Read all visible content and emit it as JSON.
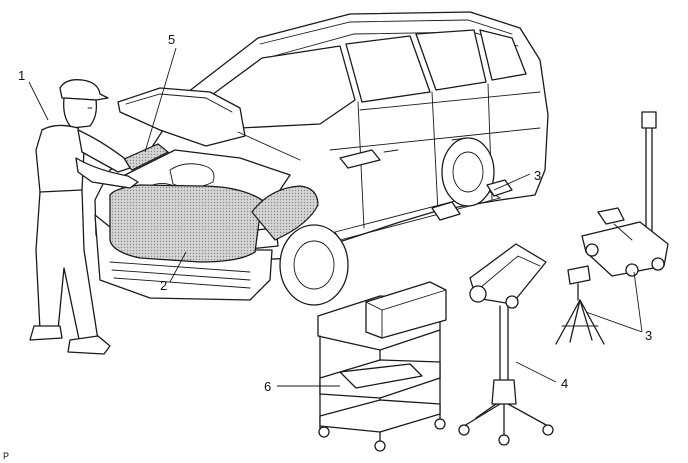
{
  "callouts": {
    "c1": "1",
    "c2": "2",
    "c3a": "3",
    "c3b": "3",
    "c4": "4",
    "c5": "5",
    "c6": "6"
  },
  "corner_tag": "P",
  "colors": {
    "line": "#1a1a1a",
    "cover_fill": "#cfcfcf",
    "background": "#ffffff"
  }
}
